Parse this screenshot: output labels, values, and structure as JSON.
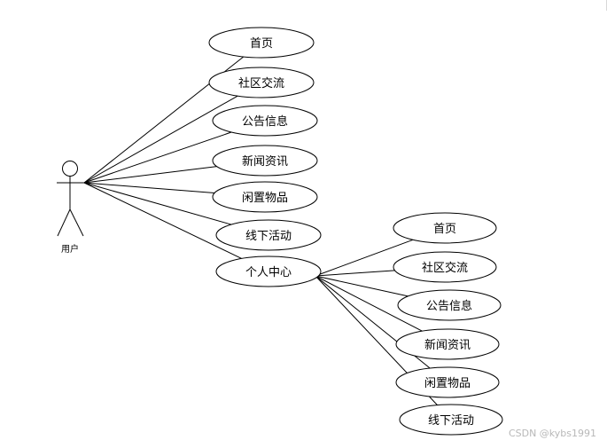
{
  "actor": {
    "label": "用户"
  },
  "use_cases": [
    {
      "id": "uc-home",
      "label": "首页"
    },
    {
      "id": "uc-community",
      "label": "社区交流"
    },
    {
      "id": "uc-notice",
      "label": "公告信息"
    },
    {
      "id": "uc-news",
      "label": "新闻资讯"
    },
    {
      "id": "uc-idle",
      "label": "闲置物品"
    },
    {
      "id": "uc-offline",
      "label": "线下活动"
    },
    {
      "id": "uc-personal",
      "label": "个人中心"
    }
  ],
  "sub_use_cases": [
    {
      "id": "sub-home",
      "label": "首页"
    },
    {
      "id": "sub-community",
      "label": "社区交流"
    },
    {
      "id": "sub-notice",
      "label": "公告信息"
    },
    {
      "id": "sub-news",
      "label": "新闻资讯"
    },
    {
      "id": "sub-idle",
      "label": "闲置物品"
    },
    {
      "id": "sub-offline",
      "label": "线下活动"
    }
  ],
  "watermark": "CSDN @kybs1991"
}
